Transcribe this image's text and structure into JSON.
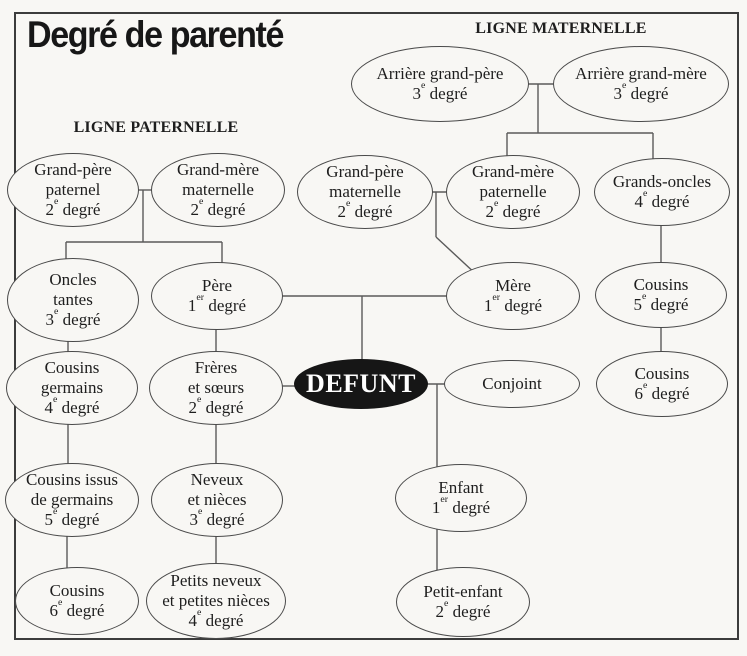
{
  "title": "Degré de parenté",
  "headers": {
    "paternal": "LIGNE PATERNELLE",
    "maternal": "LIGNE MATERNELLE"
  },
  "colors": {
    "background": "#f8f7f4",
    "border": "#3c3c3c",
    "connector": "#5a5a5a",
    "ellipse_stroke": "#4a4a4a",
    "text": "#1e1e1e",
    "defunt_fill": "#161616",
    "defunt_text": "#ffffff"
  },
  "nodes": [
    {
      "id": "arriere-grand-pere",
      "lines": [
        "Arrière grand-père",
        "3^e^ degré"
      ]
    },
    {
      "id": "arriere-grand-mere",
      "lines": [
        "Arrière grand-mère",
        "3^e^ degré"
      ]
    },
    {
      "id": "grand-pere-paternel",
      "lines": [
        "Grand-père",
        "paternel",
        "2^e^ degré"
      ]
    },
    {
      "id": "grand-mere-maternelle",
      "lines": [
        "Grand-mère",
        "maternelle",
        "2^e^ degré"
      ]
    },
    {
      "id": "grand-pere-maternelle",
      "lines": [
        "Grand-père",
        "maternelle",
        "2^e^ degré"
      ]
    },
    {
      "id": "grand-mere-paternelle",
      "lines": [
        "Grand-mère",
        "paternelle",
        "2^e^ degré"
      ]
    },
    {
      "id": "grands-oncles",
      "lines": [
        "Grands-oncles",
        "4^e^ degré"
      ]
    },
    {
      "id": "oncles-tantes",
      "lines": [
        "Oncles",
        "tantes",
        "3^e^ degré"
      ]
    },
    {
      "id": "pere",
      "lines": [
        "Père",
        "1^er^ degré"
      ]
    },
    {
      "id": "mere",
      "lines": [
        "Mère",
        "1^er^ degré"
      ]
    },
    {
      "id": "cousins-5e",
      "lines": [
        "Cousins",
        "5^e^ degré"
      ]
    },
    {
      "id": "cousins-germains",
      "lines": [
        "Cousins",
        "germains",
        "4^e^ degré"
      ]
    },
    {
      "id": "freres-et-soeurs",
      "lines": [
        "Frères",
        "et sœurs",
        "2^e^ degré"
      ]
    },
    {
      "id": "defunt",
      "lines": [
        "DEFUNT"
      ]
    },
    {
      "id": "conjoint",
      "lines": [
        "Conjoint"
      ]
    },
    {
      "id": "cousins-6e-maternel",
      "lines": [
        "Cousins",
        "6^e^ degré"
      ]
    },
    {
      "id": "cousins-issus-de-germains",
      "lines": [
        "Cousins issus",
        "de germains",
        "5^e^ degré"
      ]
    },
    {
      "id": "neveux-et-nieces",
      "lines": [
        "Neveux",
        "et nièces",
        "3^e^ degré"
      ]
    },
    {
      "id": "enfant",
      "lines": [
        "Enfant",
        "1^er^ degré"
      ]
    },
    {
      "id": "cousins-6e-paternel",
      "lines": [
        "Cousins",
        "6^e^ degré"
      ]
    },
    {
      "id": "petits-neveux",
      "lines": [
        "Petits neveux",
        "et petites nièces",
        "4^e^ degré"
      ]
    },
    {
      "id": "petit-enfant",
      "lines": [
        "Petit-enfant",
        "2^e^ degré"
      ]
    }
  ]
}
